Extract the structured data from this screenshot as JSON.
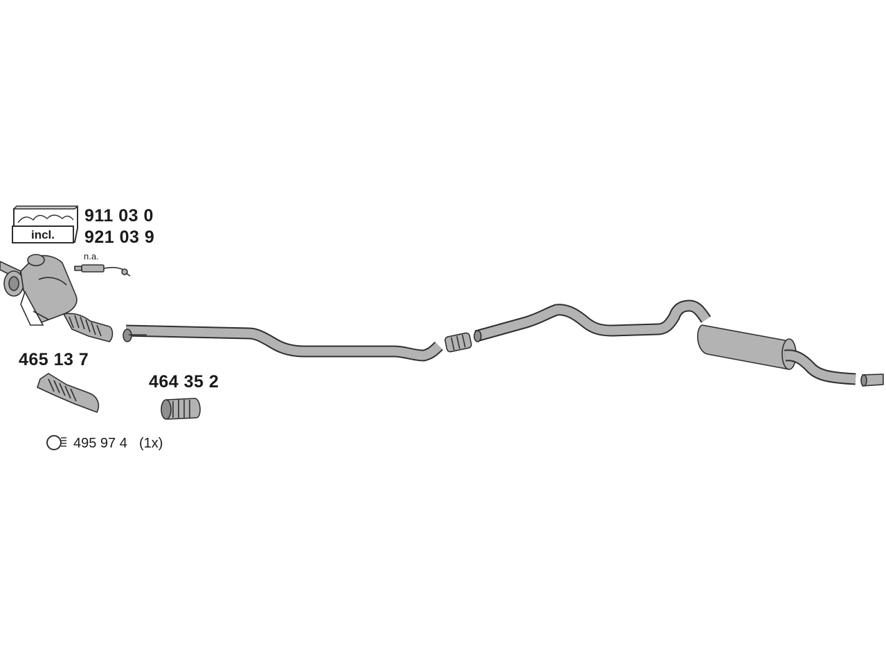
{
  "kit_box": {
    "label": "incl."
  },
  "part_numbers": {
    "kit_primary": "911 03 0",
    "kit_secondary": "921 03 9",
    "flex_pipe": "465 13 7",
    "connector": "464 35 2"
  },
  "lambda_sensor": {
    "note": "n.a."
  },
  "clamp": {
    "number": "495 97 4",
    "quantity": "(1x)"
  },
  "colors": {
    "part_fill": "#b3b3b3",
    "outline": "#2e2e2e",
    "text": "#1a1a1a",
    "background": "#ffffff"
  }
}
